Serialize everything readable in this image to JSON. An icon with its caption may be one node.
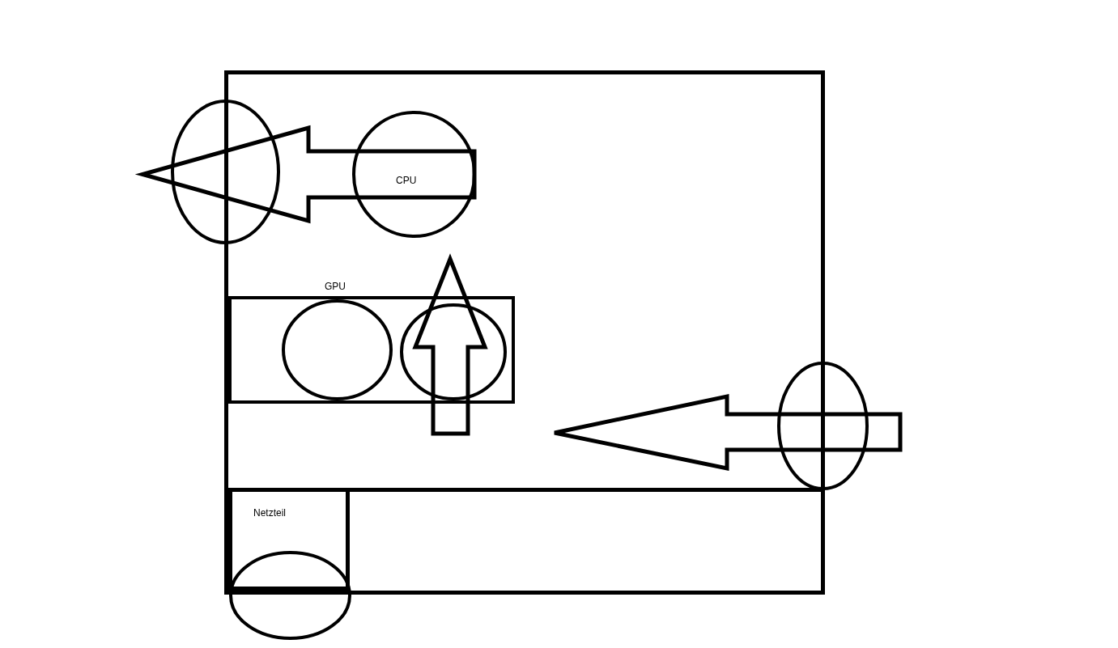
{
  "diagram": {
    "nodes": [
      {
        "text": [],
        "shape": "box"
      },
      {
        "text": [],
        "shape": "ellipse"
      },
      {
        "text": [
          "CPU"
        ],
        "in": 0
      },
      {
        "text": [
          "GPU"
        ],
        "in": 0
      },
      {
        "text": [],
        "shape": "ellipse",
        "in": 3
      },
      {
        "text": [],
        "shape": "ellipse",
        "in": 3
      },
      {
        "text": [],
        "shape": "ellipse"
      },
      {
        "text": [
          "Netzteil"
        ],
        "in": 0
      },
      {
        "text": [],
        "shape": "ellipse"
      }
    ],
    "edges": [
      {
        "from": 2,
        "to": 1,
        "arrow": "to"
      }
    ]
  }
}
